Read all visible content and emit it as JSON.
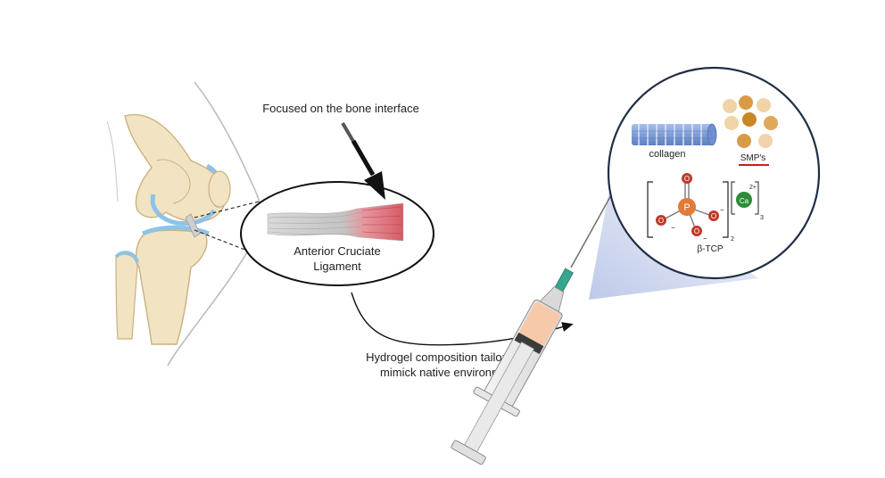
{
  "labels": {
    "focus": "Focused on the bone interface",
    "acl_line1": "Anterior Cruciate",
    "acl_line2": "Ligament",
    "hydrogel_line1": "Hydrogel composition tailored to",
    "hydrogel_line2": "mimick native environment"
  },
  "inset": {
    "collagen": "collagen",
    "smps": "SMP's",
    "tcp": "β-TCP",
    "phosphorus": "P",
    "oxygen": "O",
    "calcium": "Ca",
    "charge_minus": "−",
    "charge_2plus": "2+",
    "subscript_2": "2",
    "subscript_3": "3"
  },
  "colors": {
    "bone": "#f2e3c2",
    "bone_edge": "#c9b27f",
    "cartilage": "#8fc3e6",
    "ligament_red": "#e0707a",
    "collagen_blue": "#7f9fd6",
    "smp_gold": "#d89a45",
    "phosphorus": "#e07b3a",
    "oxygen": "#c0392b",
    "calcium": "#2e8b3a",
    "hydrogel": "#f6c9a9",
    "needle_hub": "#3aa58f"
  }
}
